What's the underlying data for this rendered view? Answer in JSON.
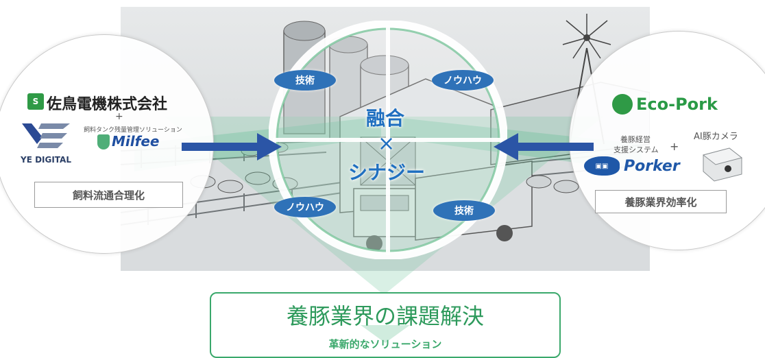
{
  "center": {
    "fusion": "融合",
    "times": "×",
    "synergy": "シナジー",
    "pill_top_left": "技術",
    "pill_top_right": "ノウハウ",
    "pill_bottom_left": "ノウハウ",
    "pill_bottom_right": "技術"
  },
  "left": {
    "company_name": "佐鳥電機株式会社",
    "plus_top": "+",
    "solution_caption": "飼料タンク残量管理ソリューション",
    "ye_digital_text": "YE DIGITAL",
    "milfee_text": "Milfee",
    "box_label": "飼料流通合理化"
  },
  "right": {
    "ecopork_text": "Eco-Pork",
    "support_line1": "養豚経営",
    "support_line2": "支援システム",
    "plus": "+",
    "ai_camera": "AI豚カメラ",
    "porker_text": "Porker",
    "box_label": "養豚業界効率化"
  },
  "result": {
    "title": "養豚業界の課題解決",
    "subtitle": "革新的なソリューション"
  },
  "colors": {
    "accent_green": "#3aa86b",
    "accent_blue": "#2f72b8",
    "arrow_blue": "#2b55a6",
    "title_green": "#2e9a5c"
  }
}
